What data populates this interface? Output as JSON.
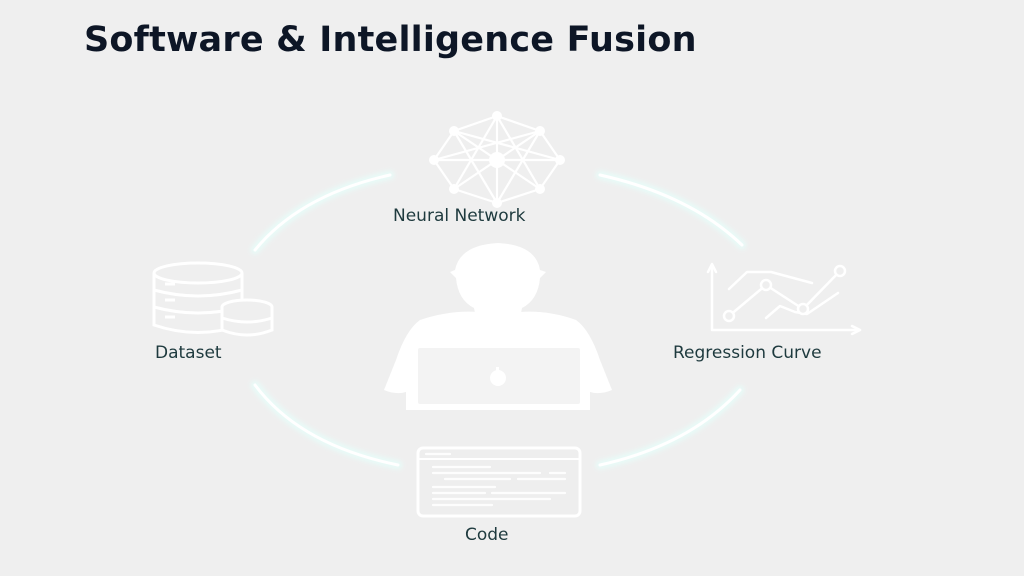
{
  "title": "Software & Intelligence Fusion",
  "center": {
    "icon": "developer-with-laptop-icon"
  },
  "nodes": [
    {
      "id": "neural-network",
      "label": "Neural Network",
      "icon": "neural-network-icon"
    },
    {
      "id": "regression-curve",
      "label": "Regression Curve",
      "icon": "line-chart-icon"
    },
    {
      "id": "code",
      "label": "Code",
      "icon": "code-window-icon"
    },
    {
      "id": "dataset",
      "label": "Dataset",
      "icon": "database-icon"
    }
  ],
  "colors": {
    "background": "#efefef",
    "title": "#0d1626",
    "label": "#1e3a3e",
    "icon": "#ffffff",
    "arc_glow": "#e6fbf8"
  }
}
